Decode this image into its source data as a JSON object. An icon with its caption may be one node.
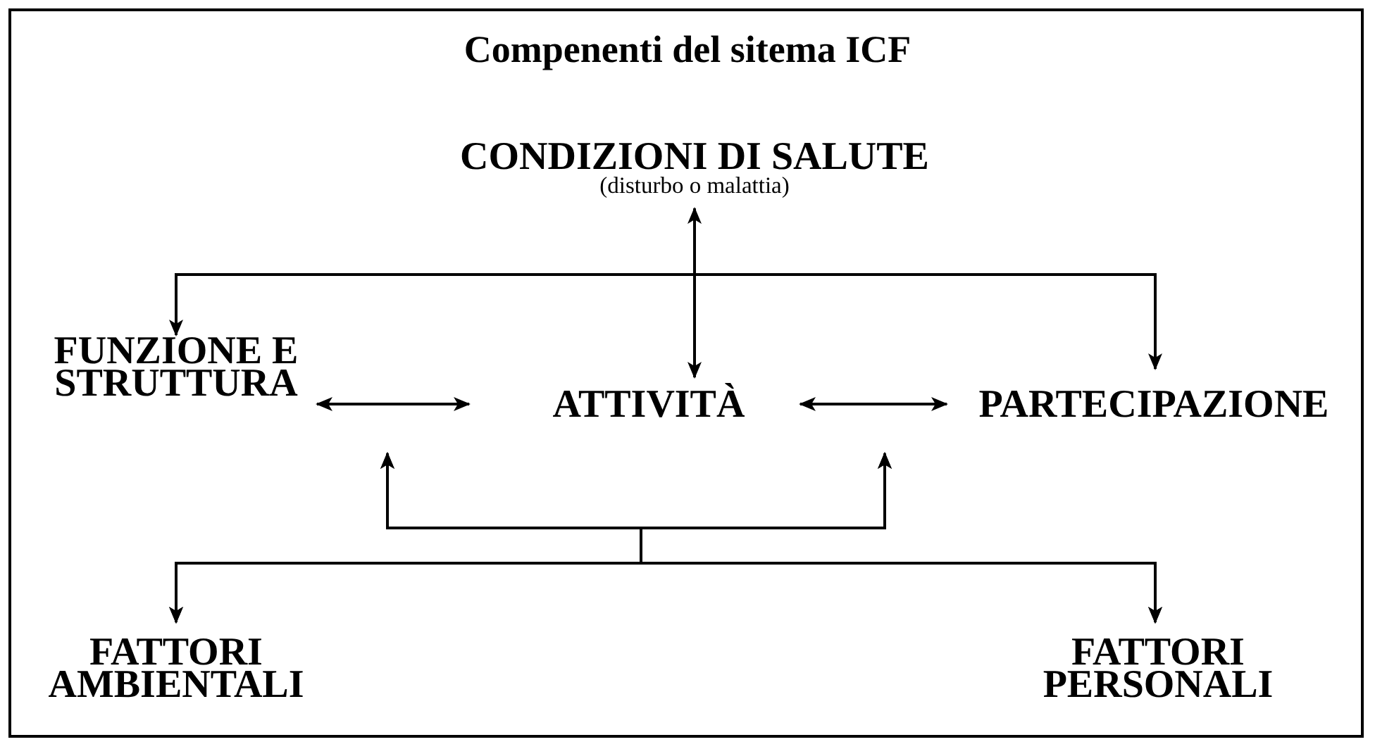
{
  "diagram": {
    "title": "Compenenti del sitema ICF",
    "nodes": [
      {
        "text": [
          "CONDIZIONI DI SALUTE",
          "(disturbo o malattia)"
        ]
      },
      {
        "text": [
          "FUNZIONE E STRUTTURA"
        ]
      },
      {
        "text": [
          "ATTIVITÀ"
        ]
      },
      {
        "text": [
          "PARTECIPAZIONE"
        ]
      },
      {
        "text": [
          "FATTORI AMBIENTALI"
        ]
      },
      {
        "text": [
          "FATTORI PERSONALI"
        ]
      }
    ],
    "edges": [
      {
        "from": 0,
        "to": 2,
        "arrow": "both"
      },
      {
        "from": 0,
        "to": 1,
        "arrow": "to"
      },
      {
        "from": 0,
        "to": 3,
        "arrow": "to"
      },
      {
        "from": 1,
        "to": 2,
        "arrow": "both"
      },
      {
        "from": 2,
        "to": 3,
        "arrow": "both"
      },
      {
        "from": 4,
        "to": 1,
        "arrow": "both"
      },
      {
        "from": 4,
        "to": 3,
        "arrow": "both"
      },
      {
        "from": 5,
        "to": 1,
        "arrow": "both"
      },
      {
        "from": 5,
        "to": 3,
        "arrow": "both"
      }
    ]
  }
}
